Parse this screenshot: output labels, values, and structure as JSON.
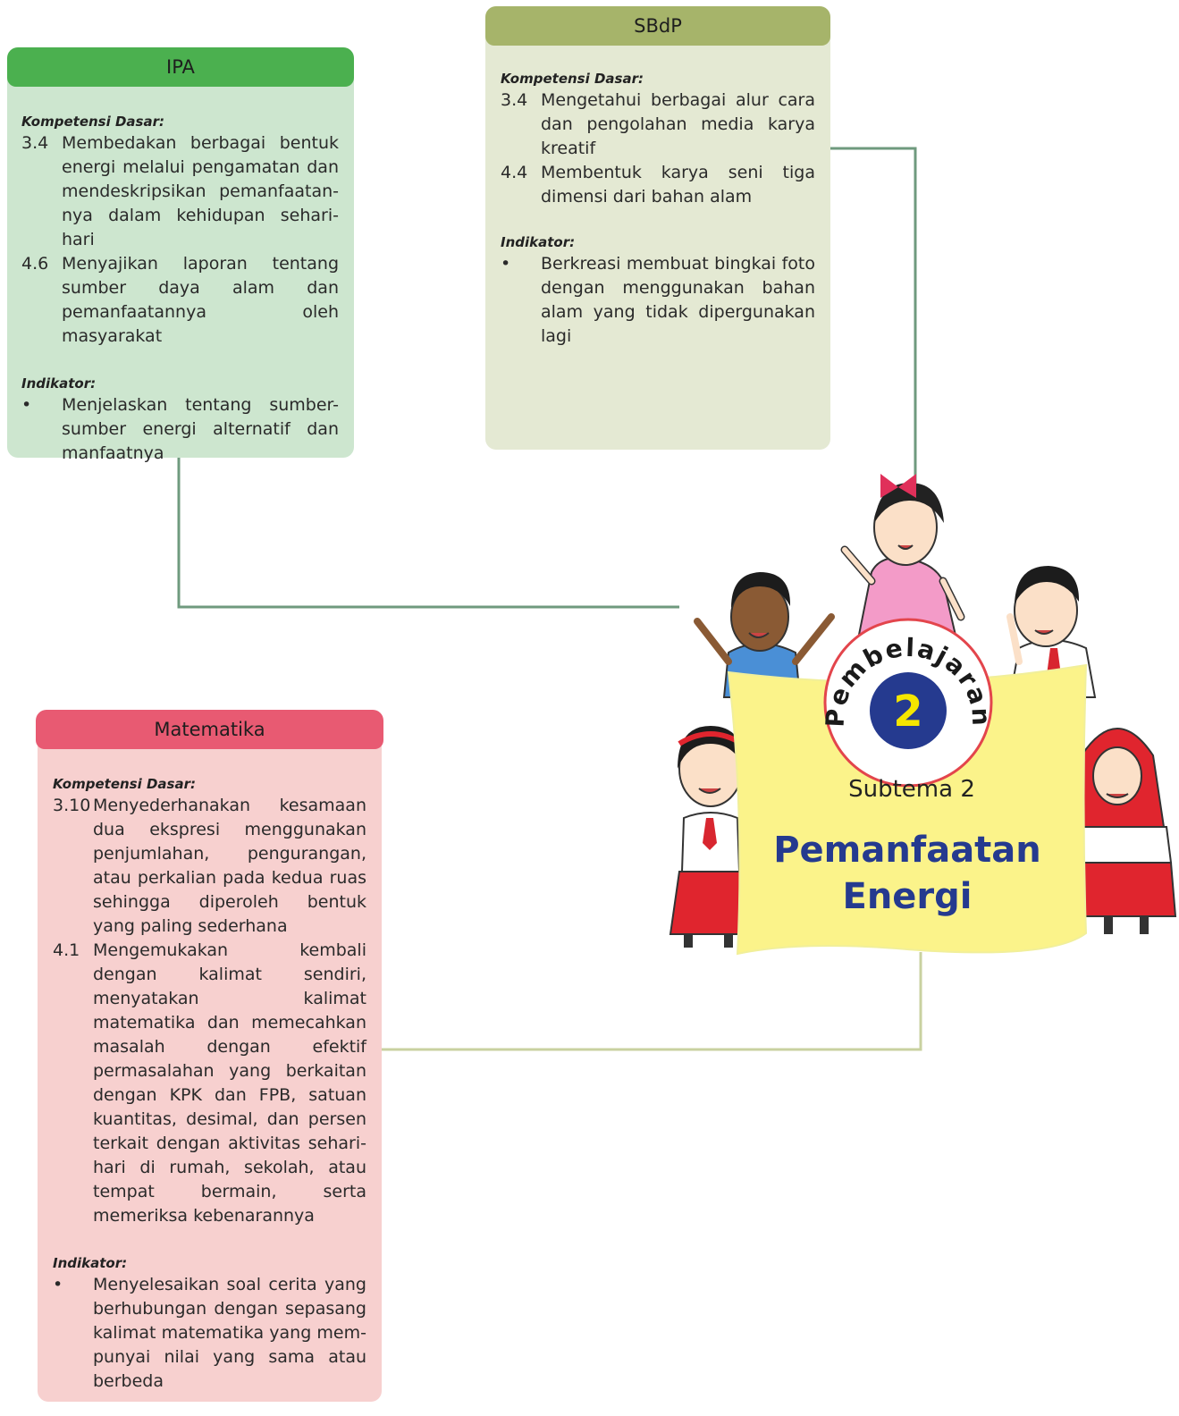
{
  "cards": {
    "ipa": {
      "title": "IPA",
      "kd_heading": "Kompetensi Dasar:",
      "kd": [
        {
          "num": "3.4",
          "text": "Membedakan berbagai bentuk energi melalui pengamatan dan mendeskripsikan pemanfaatan­nya dalam kehidupan sehari-hari"
        },
        {
          "num": "4.6",
          "text": "Menyajikan laporan tentang sum­ber daya alam dan pemanfaatan­nya oleh masyarakat"
        }
      ],
      "ind_heading": "Indikator:",
      "ind": [
        {
          "bullet": "•",
          "text": "Menjelaskan tentang sumber-sumber energi alternatif dan manfaatnya"
        }
      ]
    },
    "sbdp": {
      "title": "SBdP",
      "kd_heading": "Kompetensi Dasar:",
      "kd": [
        {
          "num": "3.4",
          "text": "Mengetahui berbagai alur cara dan pengolahan media karya kreatif"
        },
        {
          "num": "4.4",
          "text": "Membentuk karya seni tiga dimensi dari bahan alam"
        }
      ],
      "ind_heading": "Indikator:",
      "ind": [
        {
          "bullet": "•",
          "text": "Berkreasi membuat bingkai foto dengan menggunakan bahan alam yang tidak dipergunakan lagi"
        }
      ]
    },
    "matematika": {
      "title": "Matematika",
      "kd_heading": "Kompetensi Dasar:",
      "kd": [
        {
          "num": "3.10",
          "text": "Menyederhanakan kesamaan dua ekspresi menggunakan penjumla­han, pengurangan, atau perka­lian pada kedua ruas sehingga diperoleh bentuk yang paling sederhana"
        },
        {
          "num": "4.1",
          "text": "Mengemukakan kembali dengan kalimat sendiri, menyatakan ka­limat matematika dan memecah­kan masalah dengan efektif permasalahan yang berkaitan dengan KPK dan FPB, satuan kuantitas, desimal, dan persen terkait dengan aktivitas sehari-hari di rumah, sekolah, atau tem­pat bermain, serta memeriksa kebenarannya"
        }
      ],
      "ind_heading": "Indikator:",
      "ind": [
        {
          "bullet": "•",
          "text": "Menyelesaikan soal cerita yang berhubungan dengan sepasang kalimat matematika yang mem­punyai nilai yang sama atau berbeda"
        }
      ]
    }
  },
  "center": {
    "badge_word": "Pembelajaran",
    "badge_number": "2",
    "subtema": "Subtema 2",
    "title_line1": "Pemanfaatan",
    "title_line2": "Energi"
  },
  "colors": {
    "ipa_header": "#4bb04f",
    "ipa_body": "#cde6cf",
    "sbdp_header": "#a6b46a",
    "sbdp_body": "#e4e9d3",
    "mat_header": "#e85a72",
    "mat_body": "#f7d0cf",
    "title_blue": "#253a8f",
    "panel_yellow": "#fbf38a",
    "connector_green": "#6f9a7e",
    "connector_olive": "#c9d1a0"
  }
}
